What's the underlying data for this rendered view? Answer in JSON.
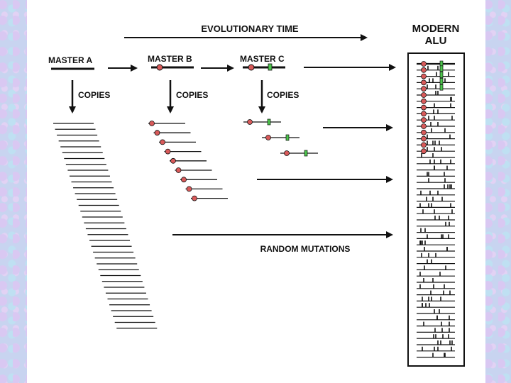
{
  "title": "EVOLUTIONARY TIME",
  "modern_alu": {
    "line1": "MODERN",
    "line2": "ALU"
  },
  "masters": [
    {
      "label": "MASTER A",
      "copies_label": "COPIES"
    },
    {
      "label": "MASTER B",
      "copies_label": "COPIES"
    },
    {
      "label": "MASTER C",
      "copies_label": "COPIES"
    }
  ],
  "mutations_label": "RANDOM MUTATIONS",
  "colors": {
    "red_mutation": "#d95a5a",
    "green_mutation": "#4cc64c",
    "line": "#111111",
    "background": "#c8d4f0"
  }
}
